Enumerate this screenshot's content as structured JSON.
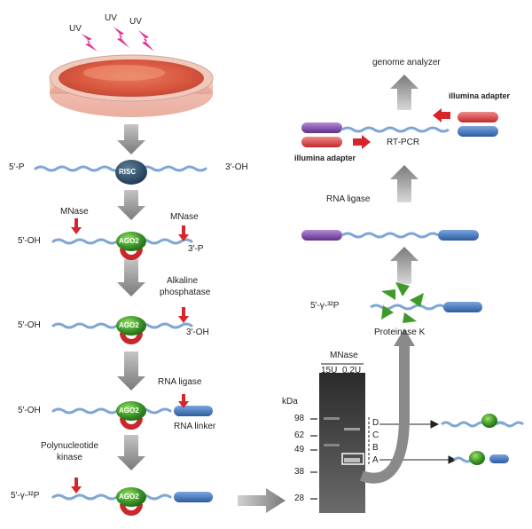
{
  "uv_labels": [
    "UV",
    "UV",
    "UV"
  ],
  "left_column": {
    "risc_row": {
      "left": "5′-P",
      "right": "3′-OH",
      "protein": "RISC"
    },
    "mnase_row": {
      "mnase_left": "MNase",
      "mnase_right": "MNase",
      "left": "5′-OH",
      "right": "3′-P",
      "protein": "AGO2"
    },
    "phosphatase_row": {
      "enzyme_line1": "Alkaline",
      "enzyme_line2": "phosphatase",
      "left": "5′-OH",
      "right": "3′-OH",
      "protein": "AGO2"
    },
    "ligase_row": {
      "enzyme": "RNA ligase",
      "left": "5′-OH",
      "linker": "RNA linker",
      "protein": "AGO2"
    },
    "kinase_row": {
      "enzyme_line1": "Polynucleotide",
      "enzyme_line2": "kinase",
      "left": "5′-γ-³²P",
      "protein": "AGO2"
    }
  },
  "right_column": {
    "genome_analyzer": "genome analyzer",
    "adapter_right": "illumina adapter",
    "adapter_left": "illumina adapter",
    "rtpcr": "RT-PCR",
    "rna_ligase": "RNA ligase",
    "proteinase_left": "5′-γ-³²P",
    "proteinase": "Proteinase K"
  },
  "gel": {
    "title": "MNase",
    "lanes": [
      "15U",
      "0.2U"
    ],
    "unit": "kDa",
    "markers": [
      "98",
      "62",
      "49",
      "38",
      "28"
    ],
    "bands": [
      "D",
      "C",
      "B",
      "A"
    ]
  },
  "colors": {
    "rna": "#7fa6d6",
    "arrow_red": "#d6262b",
    "arrow_gray": "#8a8a8a",
    "ago2": "#3f8f2a",
    "horseshoe": "#c8282c",
    "linker": "#3f6fb5",
    "purple": "#7e4da3"
  },
  "icons": [
    "uv-lightning-icon",
    "petri-dish-icon",
    "risc-complex-icon",
    "ago2-protein-icon",
    "proteinase-k-icon"
  ]
}
